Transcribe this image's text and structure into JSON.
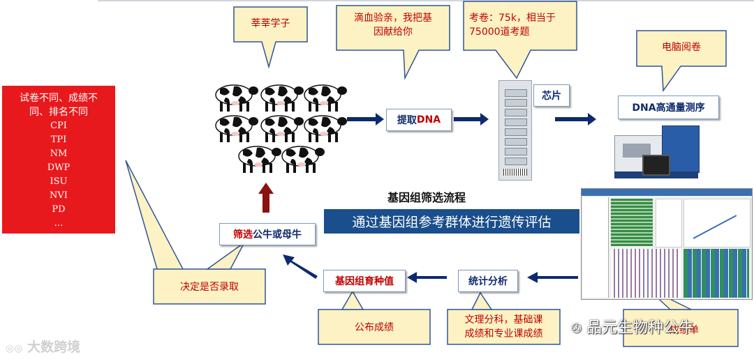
{
  "callouts": {
    "students": "莘莘学子",
    "blood_line1": "滴血验亲，我把基",
    "blood_line2": "因献给你",
    "exam_line1": "考卷：75k，相当于",
    "exam_line2": "75000道考题",
    "computer": "电脑阅卷",
    "decide": "决定是否录取",
    "publish": "公布成绩",
    "split_line1": "文理分科，基础课",
    "split_line2": "成绩和专业课成绩",
    "partial": "成绩单"
  },
  "red_box": {
    "line1": "试卷不同、成绩不",
    "line2": "同、排名不同",
    "traits": [
      "CPI",
      "TPI",
      "NM",
      "DWP",
      "ISU",
      "NVI",
      "PD",
      "…"
    ]
  },
  "steps": {
    "extract_prefix": "提取",
    "extract_dna": "DNA",
    "chip": "芯片",
    "sequencing": "DNA高通量测序",
    "select_red": "筛选",
    "select_navy": "公牛或母牛",
    "gebv": "基因组育种值",
    "stats": "统计分析"
  },
  "flow_title": "基因组筛选流程",
  "banner": "通过基因组参考群体进行遗传评估",
  "watermarks": {
    "left": "大数跨境",
    "right": "品元生物种公牛"
  },
  "colors": {
    "navy": "#0e2a6e",
    "red": "#c00000",
    "callout_fill": "#fdf2c4",
    "callout_border": "#2f5597",
    "banner": "#1a4e8c",
    "red_box": "#e8191c"
  }
}
